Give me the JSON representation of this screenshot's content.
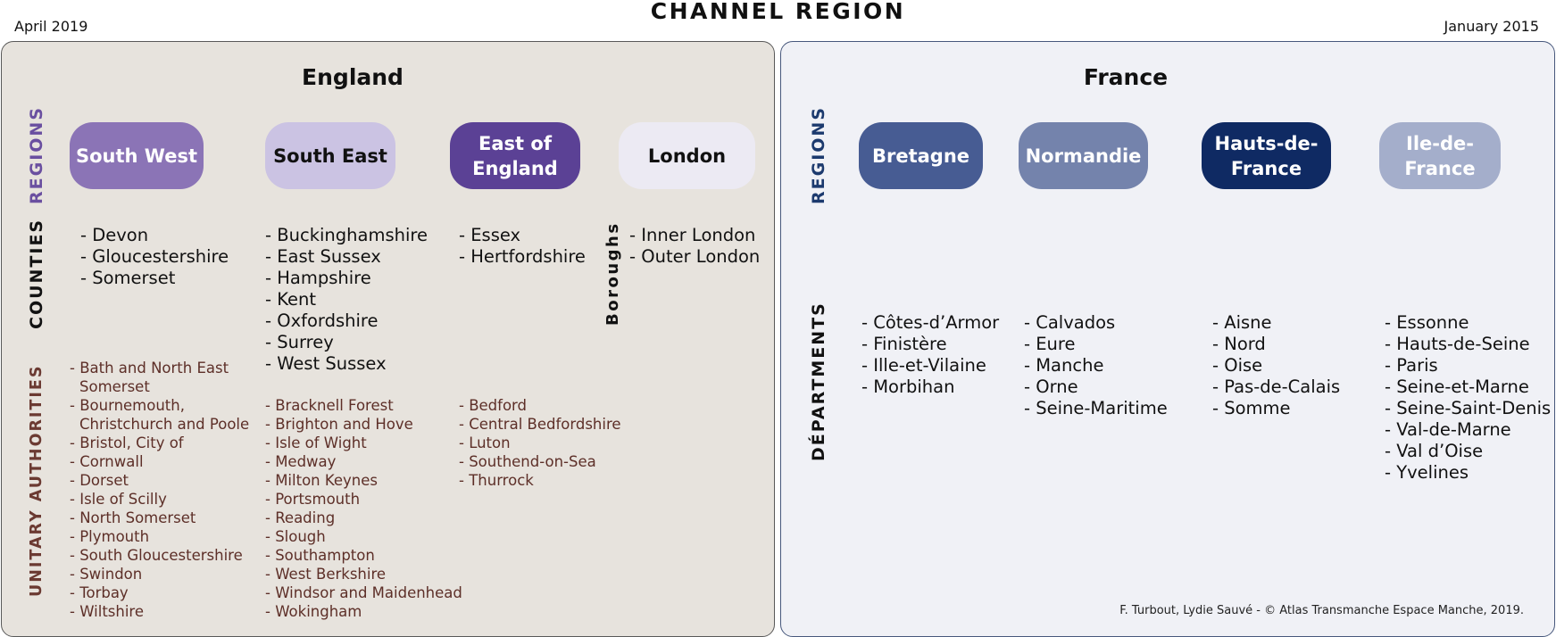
{
  "title": "CHANNEL REGION",
  "date_left": "April 2019",
  "date_right": "January 2015",
  "credit": "F. Turbout, Lydie Sauvé - © Atlas Transmanche Espace Manche, 2019.",
  "colors": {
    "south_west": "#8b74b6",
    "south_east": "#cbc3e3",
    "east_of_england": "#5b4195",
    "london": "#eceaf3",
    "bretagne": "#475c93",
    "normandie": "#7483ac",
    "hauts_de_france": "#0f2a63",
    "ile_de_france": "#a4aecb",
    "regions_eng": "#6a4fa0",
    "regions_fr": "#1c3a6e",
    "unitary": "#5d2f28"
  },
  "england": {
    "name": "England",
    "labels": {
      "regions": "REGIONS",
      "counties": "COUNTIES",
      "unitary": "UNITARY AUTHORITIES",
      "boroughs": "Boroughs"
    },
    "regions": [
      {
        "name": "South West",
        "counties": [
          "- Devon",
          "- Gloucestershire",
          "- Somerset"
        ],
        "unitary": [
          "- Bath and North East",
          "Somerset",
          "- Bournemouth,",
          "Christchurch and Poole",
          "- Bristol, City of",
          "- Cornwall",
          "- Dorset",
          "- Isle of Scilly",
          "- North Somerset",
          "- Plymouth",
          "- South Gloucestershire",
          "- Swindon",
          "- Torbay",
          "- Wiltshire"
        ]
      },
      {
        "name": "South East",
        "counties": [
          "- Buckinghamshire",
          "- East Sussex",
          "- Hampshire",
          "- Kent",
          "- Oxfordshire",
          "- Surrey",
          "- West Sussex"
        ],
        "unitary": [
          "- Bracknell Forest",
          "- Brighton and Hove",
          "- Isle of Wight",
          "- Medway",
          "- Milton Keynes",
          "- Portsmouth",
          "- Reading",
          "- Slough",
          "- Southampton",
          "- West Berkshire",
          "- Windsor and Maidenhead",
          "- Wokingham"
        ]
      },
      {
        "name": "East of England",
        "counties": [
          "- Essex",
          "- Hertfordshire"
        ],
        "unitary": [
          "- Bedford",
          "- Central Bedfordshire",
          "- Luton",
          "- Southend-on-Sea",
          "- Thurrock"
        ]
      },
      {
        "name": "London",
        "counties": [
          "- Inner London",
          "- Outer London"
        ],
        "unitary": []
      }
    ]
  },
  "france": {
    "name": "France",
    "labels": {
      "regions": "REGIONS",
      "departments": "DÉPARTMENTS"
    },
    "regions": [
      {
        "name": "Bretagne",
        "departments": [
          "- Côtes-d’Armor",
          "- Finistère",
          "- Ille-et-Vilaine",
          "- Morbihan"
        ]
      },
      {
        "name": "Normandie",
        "departments": [
          "- Calvados",
          "- Eure",
          "- Manche",
          "- Orne",
          "- Seine-Maritime"
        ]
      },
      {
        "name": "Hauts-de-France",
        "departments": [
          "- Aisne",
          "- Nord",
          "- Oise",
          "- Pas-de-Calais",
          "- Somme"
        ]
      },
      {
        "name": "Ile-de-France",
        "departments": [
          "- Essonne",
          "- Hauts-de-Seine",
          "- Paris",
          "- Seine-et-Marne",
          "- Seine-Saint-Denis",
          "- Val-de-Marne",
          "- Val d’Oise",
          "- Yvelines"
        ]
      }
    ]
  }
}
